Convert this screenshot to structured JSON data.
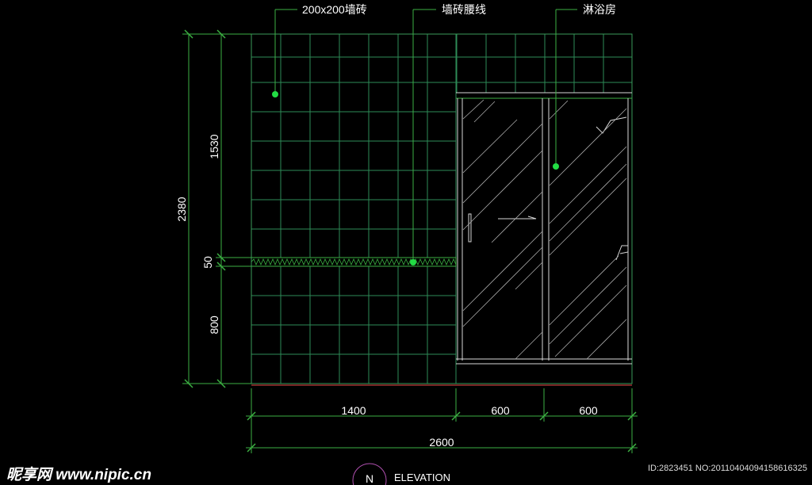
{
  "callouts": {
    "tile": "200x200墙砖",
    "waistline": "墙砖腰线",
    "shower": "淋浴房"
  },
  "dimensions": {
    "vertical": {
      "total": "2380",
      "upper": "1530",
      "band": "50",
      "lower": "800"
    },
    "horizontal": {
      "wall": "1400",
      "door_left": "600",
      "door_right": "600",
      "total": "2600"
    }
  },
  "footer": {
    "north_label": "N",
    "view_title": "ELEVATION"
  },
  "watermark": {
    "site": "昵享网 www.nipic.cn",
    "id": "ID:2823451 NO:20110404094158616325"
  },
  "colors": {
    "grid": "#2e8b57",
    "line": "#d8d8d8",
    "dot": "#22dd44",
    "dim": "#3cb043"
  }
}
